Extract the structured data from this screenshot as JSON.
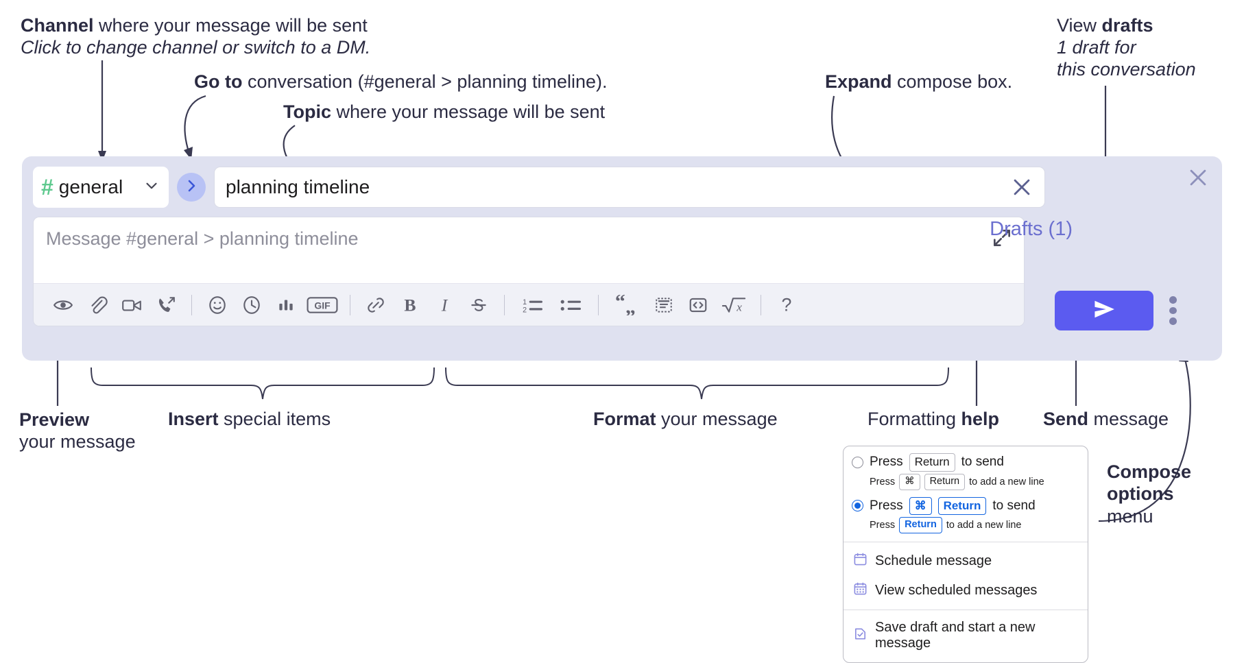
{
  "annotations": {
    "channel": {
      "bold": "Channel",
      "rest": " where your message will be sent",
      "italic": "Click to change channel or switch to a DM."
    },
    "goto": {
      "bold": "Go to",
      "rest": " conversation (#general > planning timeline)."
    },
    "topic": {
      "bold": "Topic",
      "rest": " where your message will be sent"
    },
    "expand": {
      "bold": "Expand",
      "rest": " compose box."
    },
    "drafts": {
      "bold_prefix": "View ",
      "bold": "drafts",
      "italic1": "1 draft for",
      "italic2": "this conversation"
    },
    "preview": {
      "bold": "Preview",
      "rest": "your message"
    },
    "insert": {
      "bold": "Insert",
      "rest": " special items"
    },
    "format": {
      "bold": "Format",
      "rest": " your message"
    },
    "help": {
      "pre": "Formatting ",
      "bold": "help"
    },
    "send": {
      "bold": "Send",
      "rest": " message"
    },
    "compose_options": {
      "bold1": "Compose",
      "bold2": "options",
      "rest": "menu"
    }
  },
  "compose": {
    "channel": {
      "icon": "hash-icon",
      "name": "general",
      "chevron": "chevron-down-icon"
    },
    "goto_button": {
      "icon": "chevron-right-icon"
    },
    "topic": {
      "value": "planning timeline",
      "clear_icon": "close-icon"
    },
    "message": {
      "placeholder": "Message #general > planning timeline",
      "value": "",
      "expand_icon": "expand-icon"
    },
    "drafts_link": "Drafts (1)",
    "send_button": {
      "icon": "send-icon"
    },
    "kebab": {
      "icon": "kebab-menu-icon"
    },
    "panel_close": {
      "icon": "close-icon"
    },
    "toolbar": [
      {
        "name": "preview-icon",
        "label": "Preview"
      },
      {
        "name": "attachment-icon",
        "label": "Attach file"
      },
      {
        "name": "video-icon",
        "label": "Video clip"
      },
      {
        "name": "huddle-icon",
        "label": "Audio clip"
      },
      {
        "name": "divider",
        "label": ""
      },
      {
        "name": "emoji-icon",
        "label": "Emoji"
      },
      {
        "name": "clock-icon",
        "label": "Reminder"
      },
      {
        "name": "poll-icon",
        "label": "Poll"
      },
      {
        "name": "gif-icon",
        "label": "GIF"
      },
      {
        "name": "divider",
        "label": ""
      },
      {
        "name": "link-icon",
        "label": "Link"
      },
      {
        "name": "bold-icon",
        "label": "B"
      },
      {
        "name": "italic-icon",
        "label": "I"
      },
      {
        "name": "strikethrough-icon",
        "label": "S"
      },
      {
        "name": "divider",
        "label": ""
      },
      {
        "name": "ordered-list-icon",
        "label": "Ordered list"
      },
      {
        "name": "bulleted-list-icon",
        "label": "Bulleted list"
      },
      {
        "name": "divider",
        "label": ""
      },
      {
        "name": "blockquote-icon",
        "label": "Blockquote"
      },
      {
        "name": "code-block-icon",
        "label": "Code block"
      },
      {
        "name": "code-icon",
        "label": "Code"
      },
      {
        "name": "math-icon",
        "label": "Math"
      },
      {
        "name": "divider",
        "label": ""
      },
      {
        "name": "help-icon",
        "label": "?"
      }
    ]
  },
  "options_menu": {
    "option1": {
      "selected": false,
      "pre": "Press",
      "key": "Return",
      "post": "to send",
      "sub_pre": "Press",
      "sub_key1": "⌘",
      "sub_key2": "Return",
      "sub_post": "to add a new line"
    },
    "option2": {
      "selected": true,
      "pre": "Press",
      "key1": "⌘",
      "key2": "Return",
      "post": "to send",
      "sub_pre": "Press",
      "sub_key": "Return",
      "sub_post": "to add a new line"
    },
    "items": [
      {
        "icon": "calendar-icon",
        "label": "Schedule message"
      },
      {
        "icon": "calendar-grid-icon",
        "label": "View scheduled messages"
      },
      {
        "icon": "save-draft-icon",
        "label": "Save draft and start a new message"
      }
    ]
  },
  "colors": {
    "panel_bg": "#dfe1f0",
    "send_blue": "#5b5bf0",
    "hash_green": "#5ec98e",
    "drafts_purple": "#6b6fcf",
    "goto_blue_bg": "#b8c2f5",
    "text_dark": "#2b2b42",
    "menu_icon_purple": "#8b8ce0",
    "radio_blue": "#1264e0"
  }
}
